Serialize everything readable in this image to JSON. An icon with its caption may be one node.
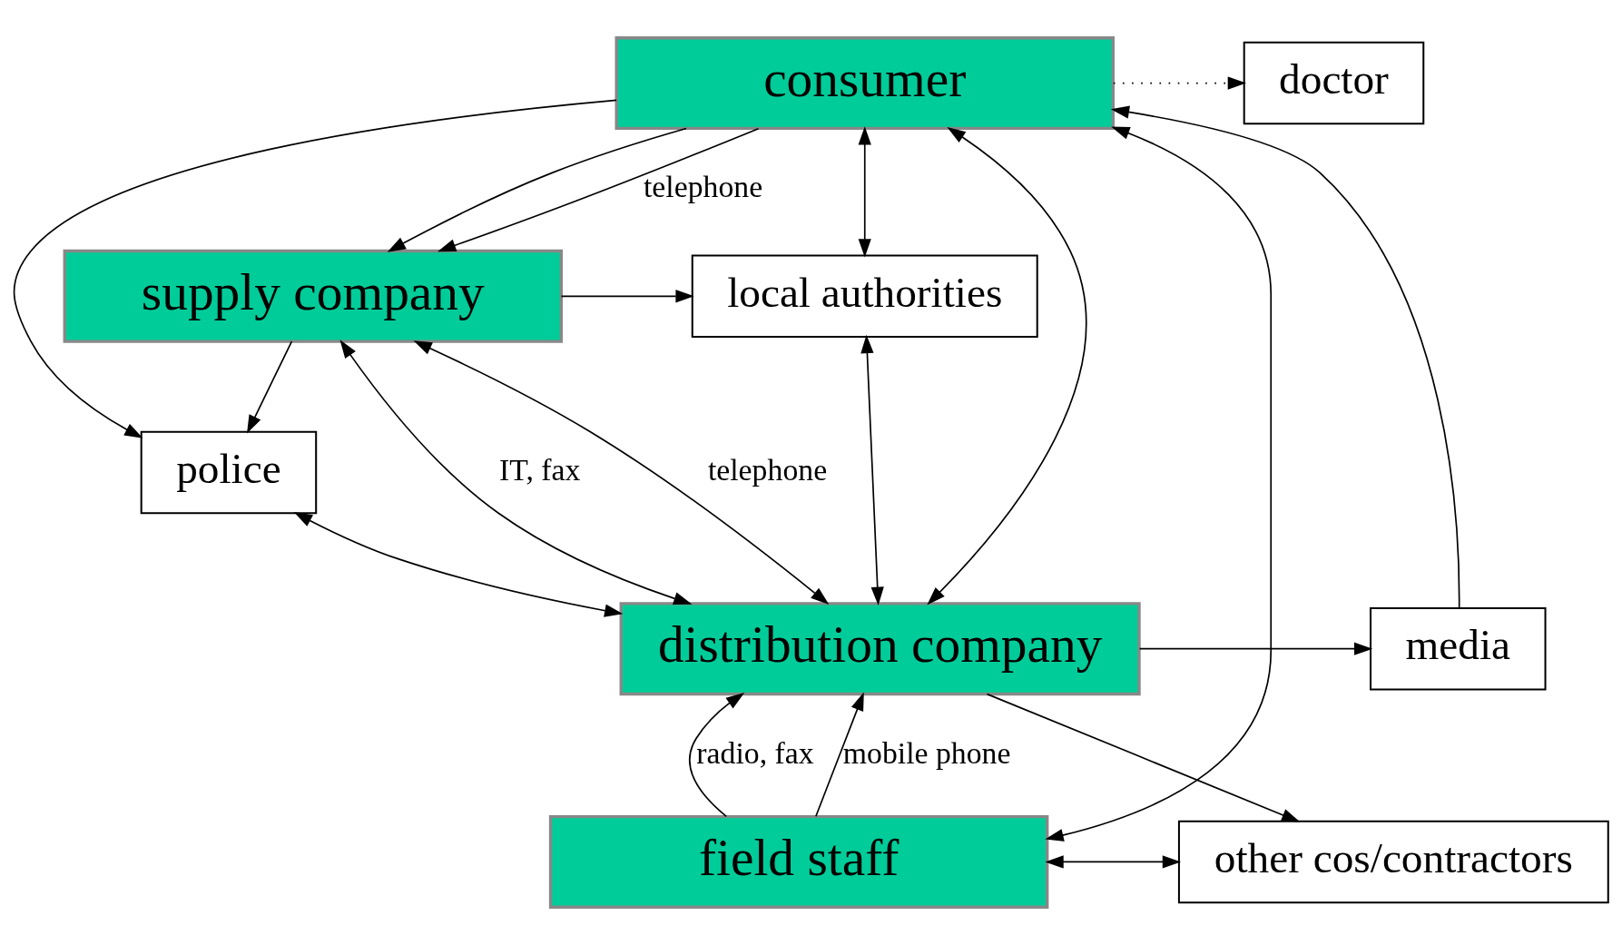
{
  "diagram": {
    "nodes": [
      {
        "text": [
          "consumer"
        ]
      },
      {
        "text": [
          "doctor"
        ]
      },
      {
        "text": [
          "supply company"
        ]
      },
      {
        "text": [
          "local authorities"
        ]
      },
      {
        "text": [
          "police"
        ]
      },
      {
        "text": [
          "distribution company"
        ]
      },
      {
        "text": [
          "media"
        ]
      },
      {
        "text": [
          "field staff"
        ]
      },
      {
        "text": [
          "other cos/contractors"
        ]
      }
    ],
    "edges": [
      {
        "from": 0,
        "to": 1,
        "arrow": "to",
        "style": "dashed"
      },
      {
        "from": 0,
        "to": 2,
        "arrow": "to"
      },
      {
        "from": 0,
        "to": 2,
        "arrow": "to",
        "label": "telephone"
      },
      {
        "from": 2,
        "to": 5,
        "arrow": "both",
        "label": "IT, fax"
      },
      {
        "from": 2,
        "to": 5,
        "arrow": "both",
        "label": "telephone"
      },
      {
        "from": 7,
        "to": 5,
        "arrow": "to",
        "label": "radio, fax"
      },
      {
        "from": 7,
        "to": 5,
        "arrow": "to",
        "label": "mobile phone"
      },
      {
        "from": 0,
        "to": 4,
        "arrow": "to"
      },
      {
        "from": 2,
        "to": 4,
        "arrow": "to"
      },
      {
        "from": 2,
        "to": 3,
        "arrow": "to"
      },
      {
        "from": 0,
        "to": 3,
        "arrow": "both"
      },
      {
        "from": 6,
        "to": 0,
        "arrow": "to"
      },
      {
        "from": 5,
        "to": 3,
        "arrow": "both"
      },
      {
        "from": 5,
        "to": 6,
        "arrow": "to"
      },
      {
        "from": 5,
        "to": 8,
        "arrow": "to"
      },
      {
        "from": 7,
        "to": 8,
        "arrow": "both"
      },
      {
        "from": 4,
        "to": 5,
        "arrow": "both"
      },
      {
        "from": 0,
        "to": 5,
        "arrow": "both"
      },
      {
        "from": 0,
        "to": 7,
        "arrow": "both"
      }
    ]
  }
}
